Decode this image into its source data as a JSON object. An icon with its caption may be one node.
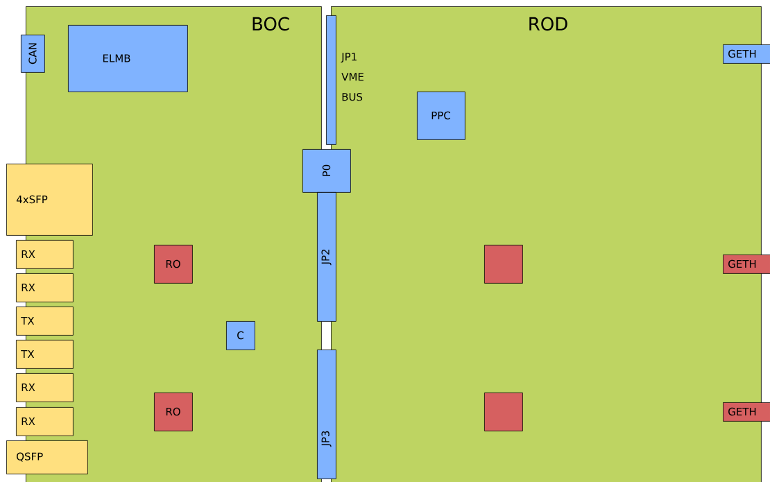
{
  "diagram": {
    "nodes": [
      {
        "text": [
          "BOC"
        ]
      },
      {
        "text": [
          "ROD"
        ]
      },
      {
        "text": [
          "CAN"
        ]
      },
      {
        "text": [
          "ELMB"
        ],
        "in": 0
      },
      {
        "text": [
          "JP1 VME BUS"
        ]
      },
      {
        "text": [
          "GETH"
        ]
      },
      {
        "text": [
          "PPC"
        ],
        "in": 1
      },
      {
        "text": [
          "P0"
        ]
      },
      {
        "text": [
          "4xSFP"
        ]
      },
      {
        "text": [
          "JP2"
        ]
      },
      {
        "text": [
          "RX"
        ]
      },
      {
        "text": [
          "RO"
        ],
        "in": 0
      },
      {
        "text": [],
        "shape": "box",
        "in": 1
      },
      {
        "text": [
          "GETH"
        ]
      },
      {
        "text": [
          "RX"
        ]
      },
      {
        "text": [
          "TX"
        ]
      },
      {
        "text": [
          "C"
        ],
        "in": 0
      },
      {
        "text": [
          "TX"
        ]
      },
      {
        "text": [
          "JP3"
        ]
      },
      {
        "text": [
          "RX"
        ]
      },
      {
        "text": [
          "RO"
        ],
        "in": 0
      },
      {
        "text": [],
        "shape": "box",
        "in": 1
      },
      {
        "text": [
          "GETH"
        ]
      },
      {
        "text": [
          "RX"
        ]
      },
      {
        "text": [
          "QSFP"
        ]
      }
    ]
  }
}
